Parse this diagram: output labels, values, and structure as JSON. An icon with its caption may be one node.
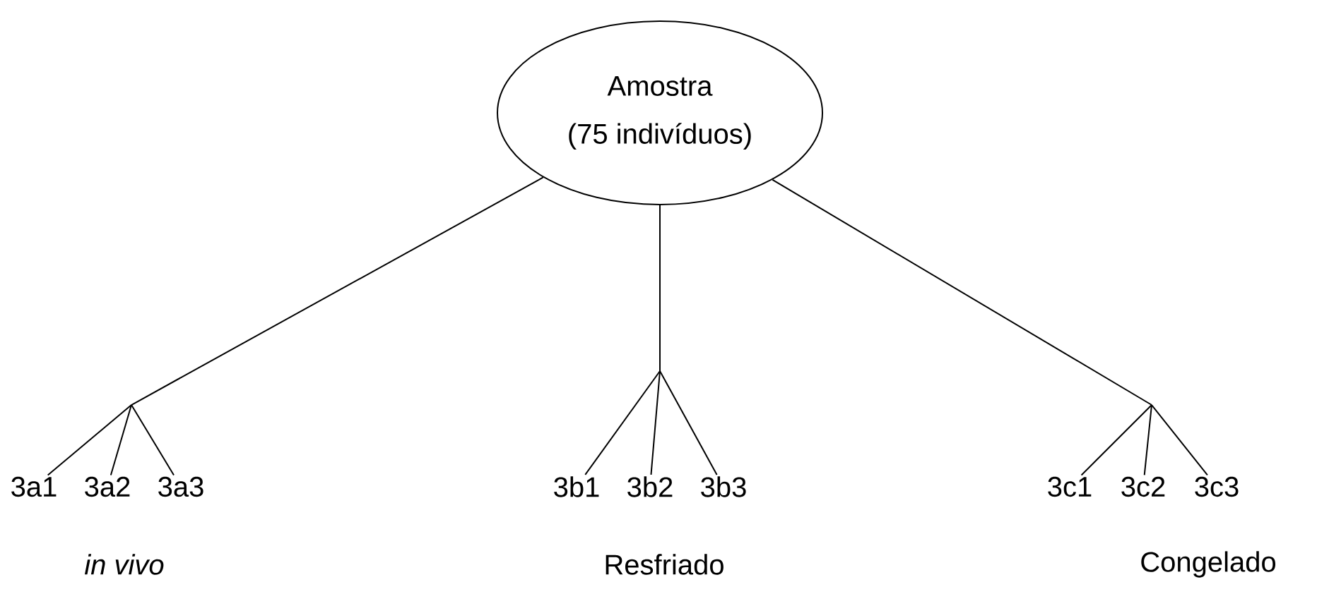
{
  "diagram": {
    "nodes": [
      {
        "text": [
          "Amostra",
          "(75 indivíduos)"
        ]
      },
      {
        "text": [
          "3a1"
        ]
      },
      {
        "text": [
          "3a2"
        ]
      },
      {
        "text": [
          "3a3"
        ]
      },
      {
        "text": [
          "3b1"
        ]
      },
      {
        "text": [
          "3b2"
        ]
      },
      {
        "text": [
          "3b3"
        ]
      },
      {
        "text": [
          "3c1"
        ]
      },
      {
        "text": [
          "3c2"
        ]
      },
      {
        "text": [
          "3c3"
        ]
      }
    ],
    "edges": [
      {
        "from": 0,
        "to": 1,
        "arrow": "none"
      },
      {
        "from": 0,
        "to": 2,
        "arrow": "none"
      },
      {
        "from": 0,
        "to": 3,
        "arrow": "none"
      },
      {
        "from": 0,
        "to": 4,
        "arrow": "none"
      },
      {
        "from": 0,
        "to": 5,
        "arrow": "none"
      },
      {
        "from": 0,
        "to": 6,
        "arrow": "none"
      },
      {
        "from": 0,
        "to": 7,
        "arrow": "none"
      },
      {
        "from": 0,
        "to": 8,
        "arrow": "none"
      },
      {
        "from": 0,
        "to": 9,
        "arrow": "none"
      }
    ],
    "labels": [
      "in vivo",
      "Resfriado",
      "Congelado"
    ]
  }
}
